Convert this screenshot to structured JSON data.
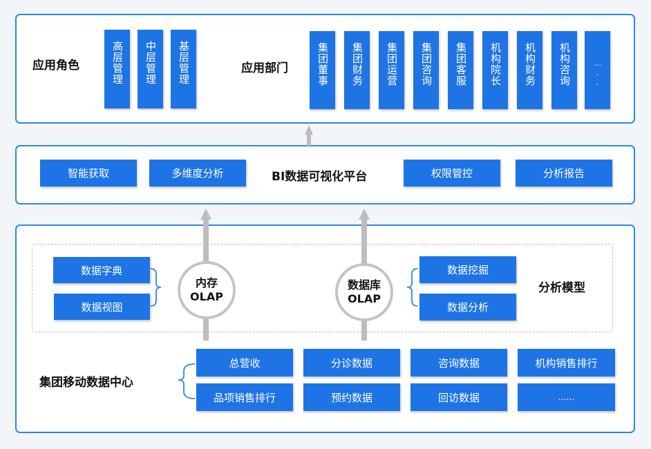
{
  "top": {
    "roles_title": "应用角色",
    "roles": [
      "高层管理",
      "中层管理",
      "基层管理"
    ],
    "depts_title": "应用部门",
    "depts": [
      "集团董事",
      "集团财务",
      "集团运营",
      "集团咨询",
      "集团客服",
      "机构院长",
      "机构财务",
      "机构咨询",
      "….."
    ]
  },
  "platform": {
    "title": "BI数据可视化平台",
    "left": [
      "智能获取",
      "多维度分析"
    ],
    "right": [
      "权限管控",
      "分析报告"
    ]
  },
  "bottom": {
    "dict": "数据字典",
    "view": "数据视图",
    "mem_olap": [
      "内存",
      "OLAP"
    ],
    "db_olap": [
      "数据库",
      "OLAP"
    ],
    "mining": "数据挖掘",
    "analysis": "数据分析",
    "model_title": "分析模型",
    "center_title": "集团移动数据中心",
    "grid_row1": [
      "总营收",
      "分诊数据",
      "咨询数据",
      "机构销售排行"
    ],
    "grid_row2": [
      "品项销售排行",
      "预约数据",
      "回访数据",
      "……"
    ]
  },
  "colors": {
    "box": "#1e74e4",
    "border": "#2d87e6",
    "arrow": "#bdbdbd"
  }
}
